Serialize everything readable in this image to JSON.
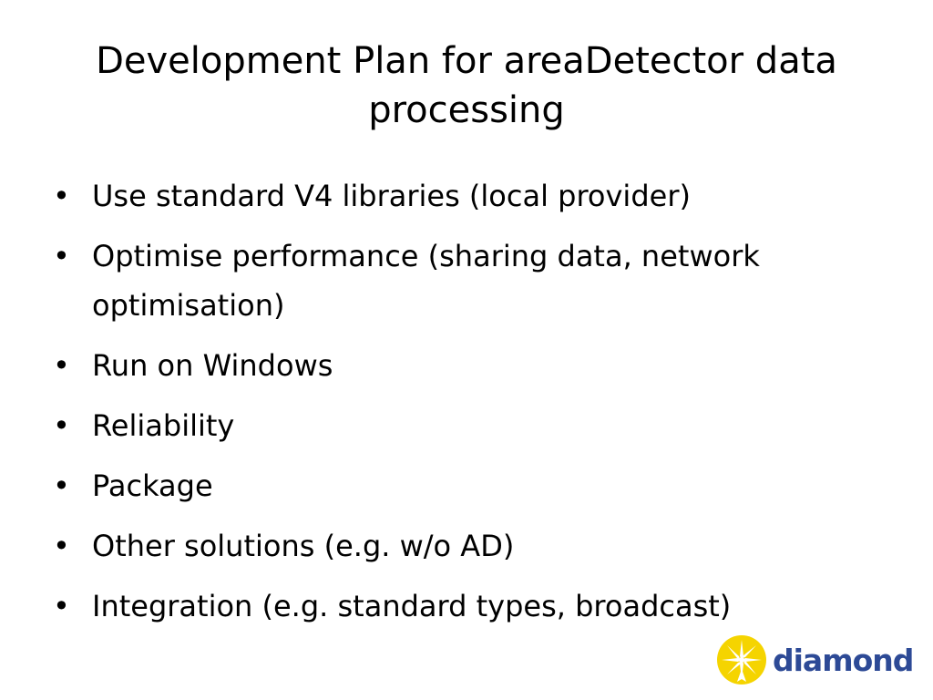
{
  "slide": {
    "title": "Development Plan for areaDetector data processing",
    "bullet_glyph": "•",
    "bullets": [
      "Use standard V4 libraries (local provider)",
      "Optimise performance (sharing data,  network optimisation)",
      "Run on Windows",
      "Reliability",
      "Package",
      "Other solutions (e.g. w/o AD)",
      "Integration (e.g. standard types, broadcast)"
    ]
  },
  "logo": {
    "text": "diamond",
    "icon": "starburst-sun-icon",
    "colors": {
      "sun": "#f5d400",
      "rays": "#ffffff",
      "text": "#2d4a96"
    }
  }
}
